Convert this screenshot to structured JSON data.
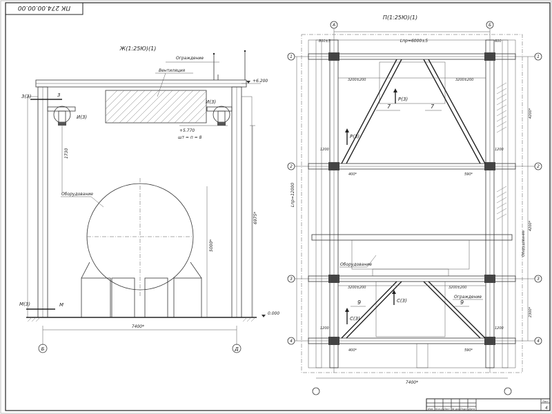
{
  "doc_code": "ПК 274.00.00.00",
  "left_view": {
    "title": "Ж(1:25Ю)(1)",
    "labels": {
      "fence": "Ограждение",
      "ventilation": "Вентиляция",
      "equipment": "Оборудование",
      "elev_top": "+6.200",
      "elev_mid": "+5.770",
      "mid_note": "шт = п = 8",
      "elev_zero": "0.000",
      "dim_width": "7400*",
      "dim_height": "6975*",
      "dim_inner": "5000*",
      "dim_small": "1730",
      "section_3_left": "3(3)",
      "section_3": "3",
      "node_I_left": "И(3)",
      "node_I_right": "И(3)",
      "section_M_left": "М(3)",
      "section_M": "М",
      "axis_B": "Б",
      "axis_D": "Д"
    }
  },
  "right_view": {
    "title": "П(1:25Ю)(1)",
    "labels": {
      "axis_A": "А",
      "axis_B": "Б",
      "row_1": "1",
      "row_2": "2",
      "row_3": "3",
      "row_4": "4",
      "dim_top": "Lпр=6000±5",
      "dim_800": "800±5",
      "dim_600": "600",
      "dim_3200_tl": "3200±200",
      "dim_3200_tr": "3200±200",
      "dim_3200_bl": "3200±200",
      "dim_3200_br": "3200±200",
      "dim_1200_a": "1200",
      "dim_1200_b": "1200",
      "dim_1200_c": "1200",
      "dim_1200_d": "1200",
      "dim_400_a": "400*",
      "dim_400_b": "400*",
      "dim_590_a": "590*",
      "dim_590_b": "590*",
      "dim_L": "Lпр=12000",
      "dim_4200_a": "4200*",
      "dim_4200_b": "4200*",
      "dim_2300": "2300*",
      "dim_bottom": "7400*",
      "mark_7a": "7",
      "mark_7b": "7",
      "mark_9a": "9",
      "mark_9b": "9",
      "sec_P_top": "Р(3)",
      "sec_P_left": "Р(3)",
      "sec_C_top": "С(3)",
      "sec_C_left": "С(3)",
      "equipment": "Оборудование",
      "equipment_side": "Оборудование",
      "fence": "Ограждение"
    }
  },
  "title_block": {
    "row_labels": [
      "Изм.",
      "Кол.уч.",
      "Лист",
      "№ док.",
      "Подп.",
      "Дата"
    ],
    "sheet_label": "Лист",
    "sheet_number": "4"
  }
}
